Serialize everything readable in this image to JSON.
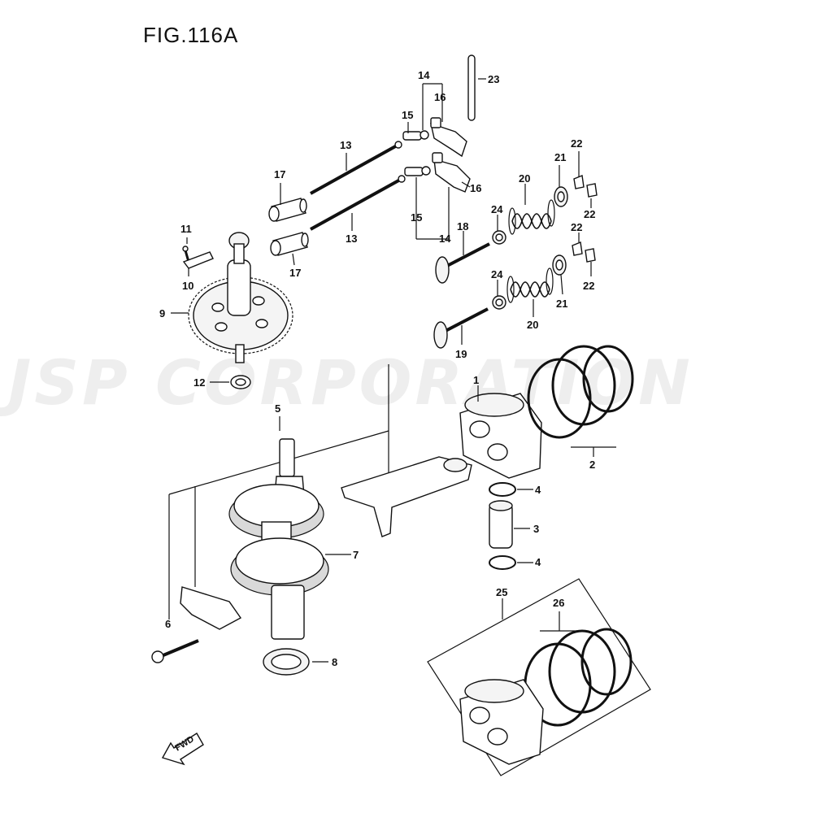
{
  "figure": {
    "title": "FIG.116A"
  },
  "watermark": {
    "text": "JSP CORPORATION"
  },
  "fwd": {
    "label": "FWD"
  },
  "callouts": {
    "c1": "1",
    "c2": "2",
    "c3": "3",
    "c4a": "4",
    "c4b": "4",
    "c5": "5",
    "c6": "6",
    "c7": "7",
    "c8": "8",
    "c9": "9",
    "c10": "10",
    "c11": "11",
    "c12": "12",
    "c13a": "13",
    "c13b": "13",
    "c14a": "14",
    "c14b": "14",
    "c15a": "15",
    "c15b": "15",
    "c16a": "16",
    "c16b": "16",
    "c17a": "17",
    "c17b": "17",
    "c18": "18",
    "c19": "19",
    "c20a": "20",
    "c20b": "20",
    "c21a": "21",
    "c21b": "21",
    "c22a": "22",
    "c22b": "22",
    "c22c": "22",
    "c22d": "22",
    "c23": "23",
    "c24a": "24",
    "c24b": "24",
    "c25": "25",
    "c26": "26"
  }
}
